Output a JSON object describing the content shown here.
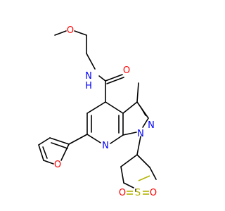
{
  "molecule": {
    "colors": {
      "carbon_bond": "#000000",
      "oxygen": "#ff0000",
      "nitrogen": "#0000ff",
      "sulfur": "#b2b200"
    },
    "atoms": {
      "methoxy_oxygen": "O",
      "amide_nitrogen": "N",
      "amide_hydrogen": "H",
      "carbonyl_oxygen": "O",
      "pyrazole_n2": "N",
      "pyrazole_n1": "N",
      "pyridine_nitrogen": "N",
      "furan_oxygen": "O",
      "sulfur": "S",
      "sulfonyl_oxygen_left": "O",
      "sulfonyl_oxygen_right": "O"
    }
  }
}
